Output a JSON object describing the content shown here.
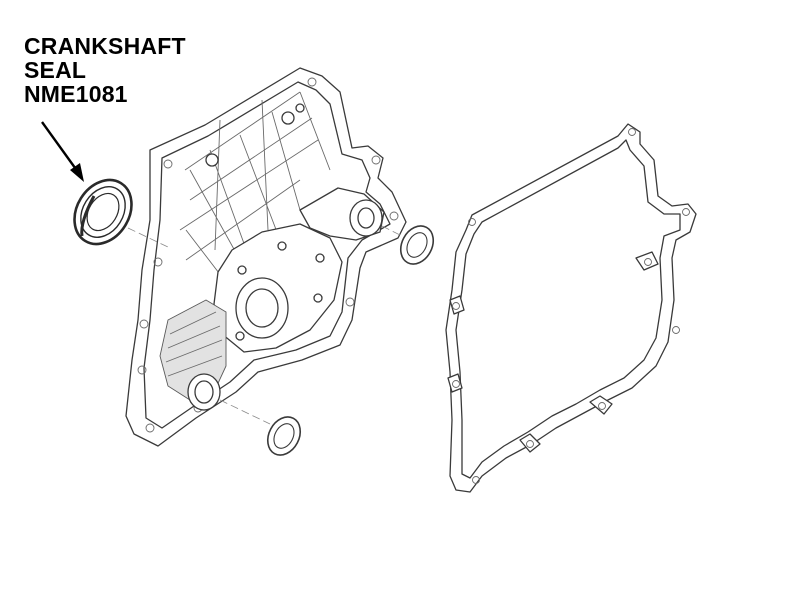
{
  "callout": {
    "line1": "CRANKSHAFT",
    "line2": "SEAL",
    "line3": "NME1081"
  },
  "colors": {
    "ink": "#000000",
    "line": "#3a3a3a",
    "background": "#ffffff"
  }
}
